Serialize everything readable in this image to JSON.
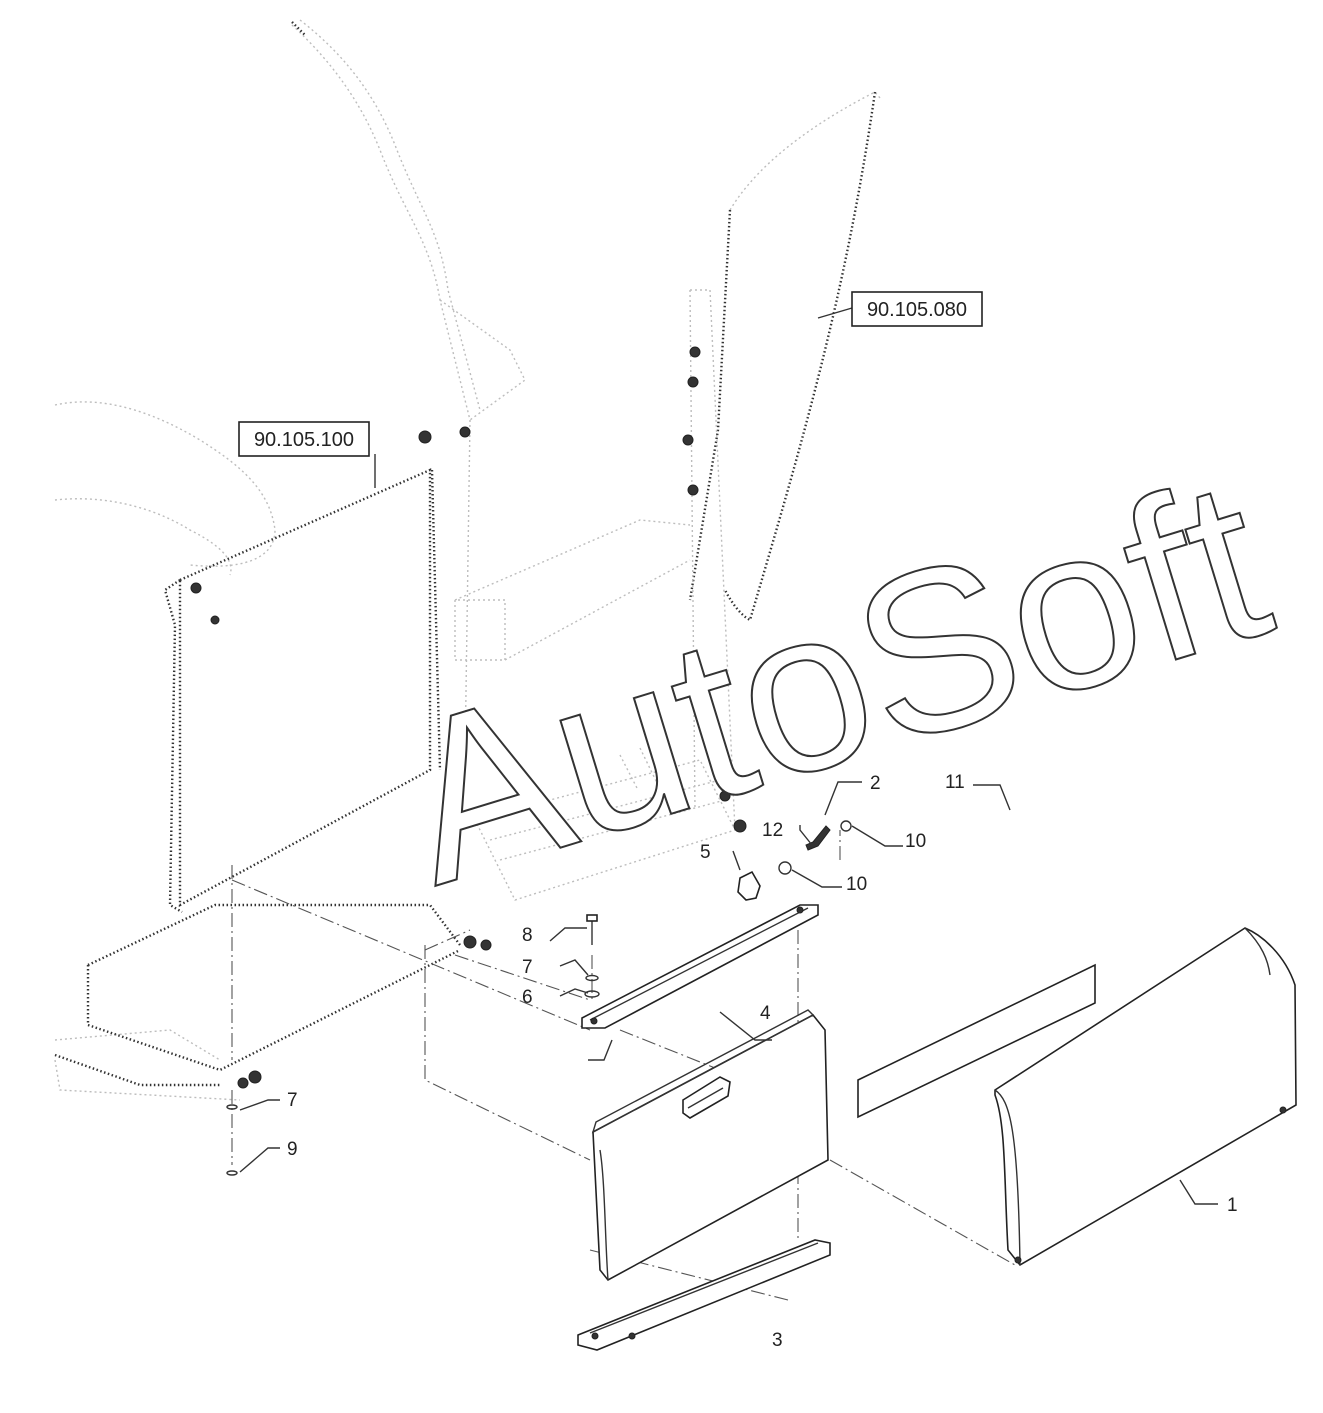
{
  "references": {
    "ref_upper": "90.105.080",
    "ref_left": "90.105.100"
  },
  "callouts": [
    "1",
    "2",
    "3",
    "4",
    "5",
    "6",
    "7",
    "7",
    "8",
    "9",
    "10",
    "10",
    "11",
    "12"
  ],
  "watermark": "AutoSoft"
}
